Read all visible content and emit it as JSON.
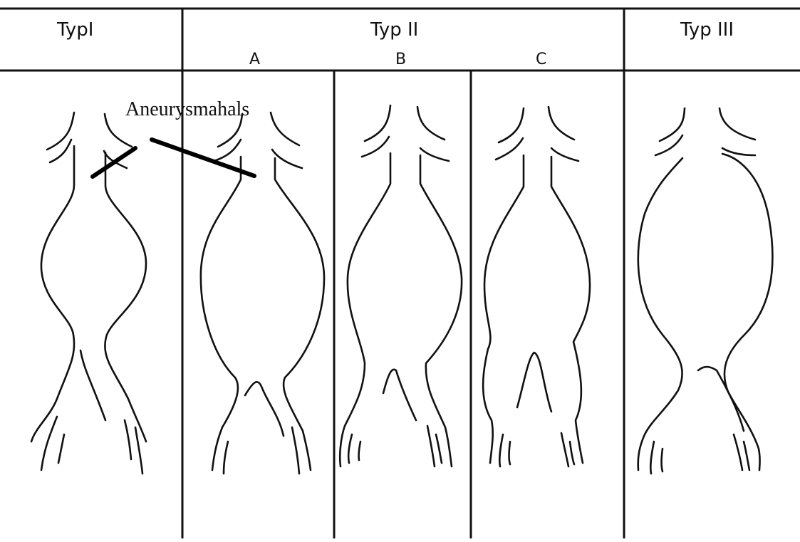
{
  "diagram": {
    "headers": {
      "typ1": "TypI",
      "typ2": "Typ II",
      "typ3": "Typ III"
    },
    "sub_headers": {
      "a": "A",
      "b": "B",
      "c": "C"
    },
    "annotation": "Aneurysmahals",
    "colors": {
      "line": "#111111",
      "background": "#ffffff"
    }
  }
}
